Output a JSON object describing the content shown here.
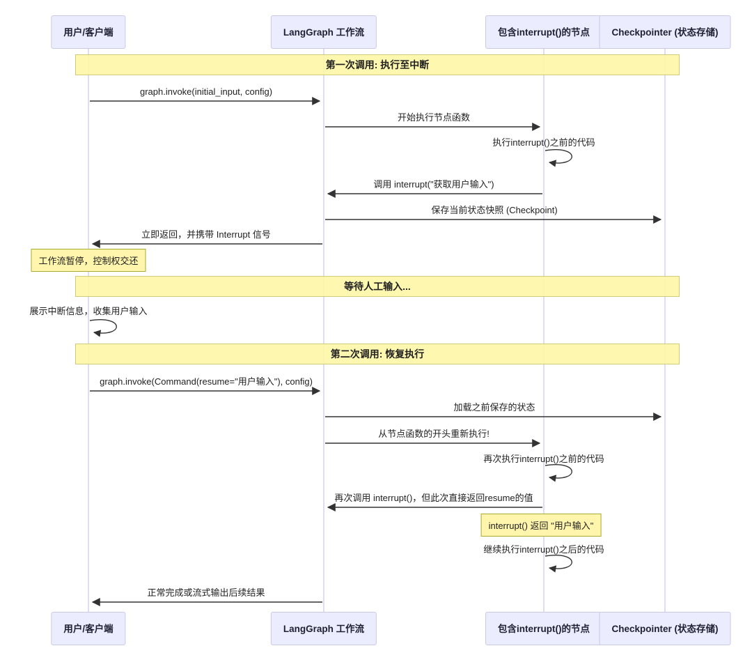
{
  "diagram": {
    "type": "sequence",
    "participants": [
      {
        "id": "user",
        "label": "用户/客户端"
      },
      {
        "id": "workflow",
        "label": "LangGraph 工作流"
      },
      {
        "id": "node",
        "label": "包含interrupt()的节点"
      },
      {
        "id": "checkpointer",
        "label": "Checkpointer (状态存储)"
      }
    ],
    "sections": [
      {
        "label": "第一次调用: 执行至中断"
      },
      {
        "label": "等待人工输入..."
      },
      {
        "label": "第二次调用: 恢复执行"
      }
    ],
    "messages": [
      {
        "kind": "arrow",
        "from": "用户/客户端",
        "to": "LangGraph 工作流",
        "label": "graph.invoke(initial_input, config)"
      },
      {
        "kind": "arrow",
        "from": "LangGraph 工作流",
        "to": "包含interrupt()的节点",
        "label": "开始执行节点函数"
      },
      {
        "kind": "self",
        "on": "包含interrupt()的节点",
        "label": "执行interrupt()之前的代码"
      },
      {
        "kind": "arrow",
        "from": "包含interrupt()的节点",
        "to": "LangGraph 工作流",
        "label": "调用 interrupt(\"获取用户输入\")"
      },
      {
        "kind": "arrow",
        "from": "LangGraph 工作流",
        "to": "Checkpointer (状态存储)",
        "label": "保存当前状态快照 (Checkpoint)"
      },
      {
        "kind": "arrow",
        "from": "LangGraph 工作流",
        "to": "用户/客户端",
        "label": "立即返回，并携带 Interrupt 信号"
      },
      {
        "kind": "self",
        "on": "用户/客户端",
        "label": "展示中断信息，收集用户输入"
      },
      {
        "kind": "arrow",
        "from": "用户/客户端",
        "to": "LangGraph 工作流",
        "label": "graph.invoke(Command(resume=\"用户输入\"), config)"
      },
      {
        "kind": "arrow",
        "from": "LangGraph 工作流",
        "to": "Checkpointer (状态存储)",
        "label": "加载之前保存的状态"
      },
      {
        "kind": "arrow",
        "from": "LangGraph 工作流",
        "to": "包含interrupt()的节点",
        "label": "从节点函数的开头重新执行!"
      },
      {
        "kind": "self",
        "on": "包含interrupt()的节点",
        "label": "再次执行interrupt()之前的代码"
      },
      {
        "kind": "arrow",
        "from": "包含interrupt()的节点",
        "to": "LangGraph 工作流",
        "label": "再次调用 interrupt()，但此次直接返回resume的值"
      },
      {
        "kind": "self",
        "on": "包含interrupt()的节点",
        "label": "继续执行interrupt()之后的代码"
      },
      {
        "kind": "arrow",
        "from": "LangGraph 工作流",
        "to": "用户/客户端",
        "label": "正常完成或流式输出后续结果"
      }
    ],
    "notes": [
      {
        "over": "用户/客户端",
        "label": "工作流暂停，控制权交还"
      },
      {
        "over": "包含interrupt()的节点",
        "label": "interrupt() 返回 \"用户输入\""
      }
    ],
    "colors": {
      "participant_fill": "#ECECFF",
      "participant_border": "#c9c9e8",
      "section_fill": "#fdf6a4",
      "note_fill": "#fff5ad",
      "note_border": "#aaaa33",
      "lifeline": "#c9c9e8",
      "arrow": "#333333",
      "text": "#222222"
    }
  }
}
